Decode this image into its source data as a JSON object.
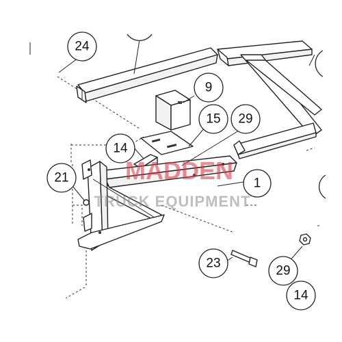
{
  "watermark": {
    "line1": "MADDEN",
    "line2": "TRUCK EQUIPMENT",
    "color_line1": "#d9323f",
    "color_line2": "#8a8a8a"
  },
  "callouts": [
    {
      "id": "c24",
      "label": "24"
    },
    {
      "id": "c9",
      "label": "9"
    },
    {
      "id": "c15",
      "label": "15"
    },
    {
      "id": "c29a",
      "label": "29"
    },
    {
      "id": "c14a",
      "label": "14"
    },
    {
      "id": "c21",
      "label": "21"
    },
    {
      "id": "c1",
      "label": "1",
      "highlight": "#fff200"
    },
    {
      "id": "c23",
      "label": "23"
    },
    {
      "id": "c29b",
      "label": "29"
    },
    {
      "id": "c14b",
      "label": "14"
    }
  ]
}
